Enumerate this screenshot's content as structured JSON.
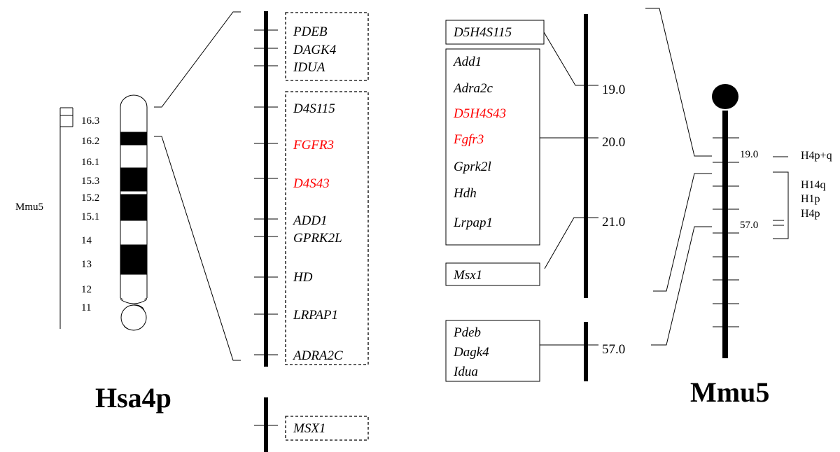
{
  "colors": {
    "highlight": "#ff0000",
    "ink": "#000000",
    "band": "#000000",
    "background": "#ffffff"
  },
  "human": {
    "title": "Hsa4p",
    "side_label": "Mmu5",
    "bands": [
      "16.3",
      "16.2",
      "16.1",
      "15.3",
      "15.2",
      "15.1",
      "14",
      "13",
      "12",
      "11"
    ],
    "group1_genes": [
      "PDEB",
      "DAGK4",
      "IDUA"
    ],
    "group2_genes": [
      "D4S115",
      "FGFR3",
      "D4S43",
      "ADD1",
      "GPRK2L",
      "HD",
      "LRPAP1",
      "ADRA2C"
    ],
    "highlighted_genes": [
      "FGFR3",
      "D4S43"
    ],
    "separate_gene": "MSX1"
  },
  "mouse_map": {
    "top_box_gene": "D5H4S115",
    "cluster_genes": [
      "Add1",
      "Adra2c",
      "D5H4S43",
      "Fgfr3",
      "Gprk2l",
      "Hdh",
      "Lrpap1"
    ],
    "highlighted_genes": [
      "D5H4S43",
      "Fgfr3"
    ],
    "msx_gene": "Msx1",
    "positions": [
      "19.0",
      "20.0",
      "21.0"
    ],
    "bottom_genes": [
      "Pdeb",
      "Dagk4",
      "Idua"
    ],
    "bottom_position": "57.0"
  },
  "mouse_chromosome": {
    "title": "Mmu5",
    "tick_labels": [
      "19.0",
      "57.0"
    ],
    "homology_labels": [
      "H4p+q",
      "H14q",
      "H1p",
      "H4p"
    ]
  }
}
